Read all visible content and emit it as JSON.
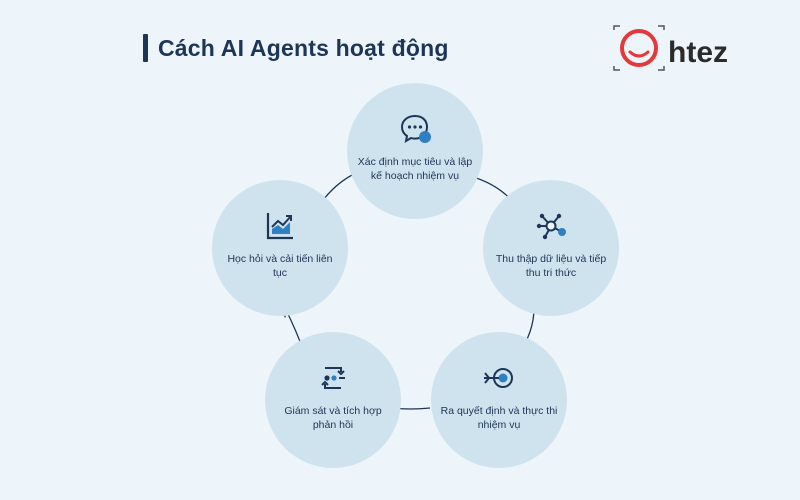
{
  "title": "Cách AI Agents hoạt động",
  "logo": {
    "text": "htez",
    "brand_color": "#e5383b"
  },
  "colors": {
    "node_bg": "#cfe3ee",
    "text": "#1d3557",
    "accent": "#2f80c2"
  },
  "steps": [
    {
      "label": "Xác định mục tiêu và lập kế hoạch nhiệm vụ",
      "icon": "chat-bubble-icon"
    },
    {
      "label": "Thu thập dữ liệu và tiếp thu tri thức",
      "icon": "network-nodes-icon"
    },
    {
      "label": "Ra quyết định và thực thi nhiệm vụ",
      "icon": "target-icon"
    },
    {
      "label": "Giám sát và tích hợp phản hồi",
      "icon": "feedback-loop-icon"
    },
    {
      "label": "Học hỏi và cải tiến liên tục",
      "icon": "growth-chart-icon"
    }
  ]
}
